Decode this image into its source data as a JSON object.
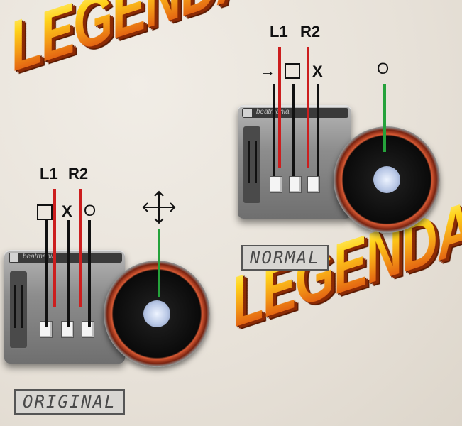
{
  "title_text": "LEGENDA",
  "normal": {
    "mode_label": "NORMAL",
    "labels": {
      "l1": "L1",
      "r2": "R2",
      "arrow": "→",
      "square": "□",
      "x": "X",
      "circle": "O"
    }
  },
  "original": {
    "mode_label": "ORIGINAL",
    "labels": {
      "l1": "L1",
      "r2": "R2",
      "square": "□",
      "x": "X",
      "circle": "O"
    }
  },
  "deck_brand": "beatmania",
  "colors": {
    "red_line": "#cc1e1e",
    "green_line": "#25a23b",
    "black_line": "#111111"
  }
}
